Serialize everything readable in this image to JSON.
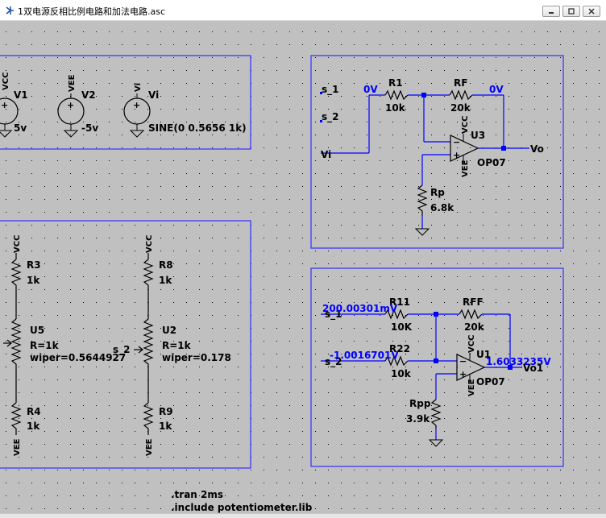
{
  "window": {
    "title": "1双电源反相比例电路和加法电路.asc",
    "app_icon": "ltspice-icon",
    "controls": [
      "minimize-icon",
      "maximize-icon",
      "close-icon"
    ]
  },
  "colors": {
    "canvas": "#c0c0c0",
    "grid_dot": "#000000",
    "wire": "#0000ff",
    "component": "#000000",
    "net_label_value": "#0000ff",
    "junction": "#0000ff",
    "title_bar": "#ffffff"
  },
  "sources": {
    "v1": {
      "name": "V1",
      "net": "VCC",
      "value": "5v"
    },
    "v2": {
      "name": "V2",
      "net": "VEE",
      "value": "-5v"
    },
    "vi": {
      "name": "Vi",
      "net": "Vi",
      "value": "SINE(0 0.5656 1k)"
    }
  },
  "inverting_amp": {
    "in_label_s1": "s_1",
    "in_label_s2": "s_2",
    "in_label_vi": "Vi",
    "r1": {
      "name": "R1",
      "value": "10k"
    },
    "rf": {
      "name": "RF",
      "value": "20k"
    },
    "rp": {
      "name": "Rp",
      "value": "6.8k"
    },
    "u3": {
      "name": "U3",
      "model": "OP07",
      "vcc": "VCC",
      "vee": "VEE"
    },
    "out_label": "Vo",
    "node_v_left": "0V",
    "node_v_right": "0V"
  },
  "summing_amp": {
    "in_s1": "s_1",
    "in_s2": "s_2",
    "op_s1": "200.00301mV",
    "op_s2": "-1.0016701V",
    "r11": {
      "name": "R11",
      "value": "10K"
    },
    "r22": {
      "name": "R22",
      "value": "10k"
    },
    "rff": {
      "name": "RFF",
      "value": "20k"
    },
    "rpp": {
      "name": "Rpp",
      "value": "3.9k"
    },
    "u1": {
      "name": "U1",
      "model": "OP07",
      "vcc": "VCC",
      "vee": "VEE"
    },
    "out_label": "Vo1",
    "op_out": "1.6033235V"
  },
  "pots": {
    "r3": {
      "name": "R3",
      "value": "1k"
    },
    "r4": {
      "name": "R4",
      "value": "1k"
    },
    "u5": {
      "name": "U5",
      "r": "R=1k",
      "wiper": "wiper=0.5644927"
    },
    "r8": {
      "name": "R8",
      "value": "1k"
    },
    "r9": {
      "name": "R9",
      "value": "1k"
    },
    "u2": {
      "name": "U2",
      "r": "R=1k",
      "wiper": "wiper=0.178"
    },
    "s2_label": "s_2",
    "vcc_label": "VCC",
    "vee_label": "VEE"
  },
  "directives": {
    "tran": ".tran 2ms",
    "include": ".include potentiometer.lib"
  }
}
